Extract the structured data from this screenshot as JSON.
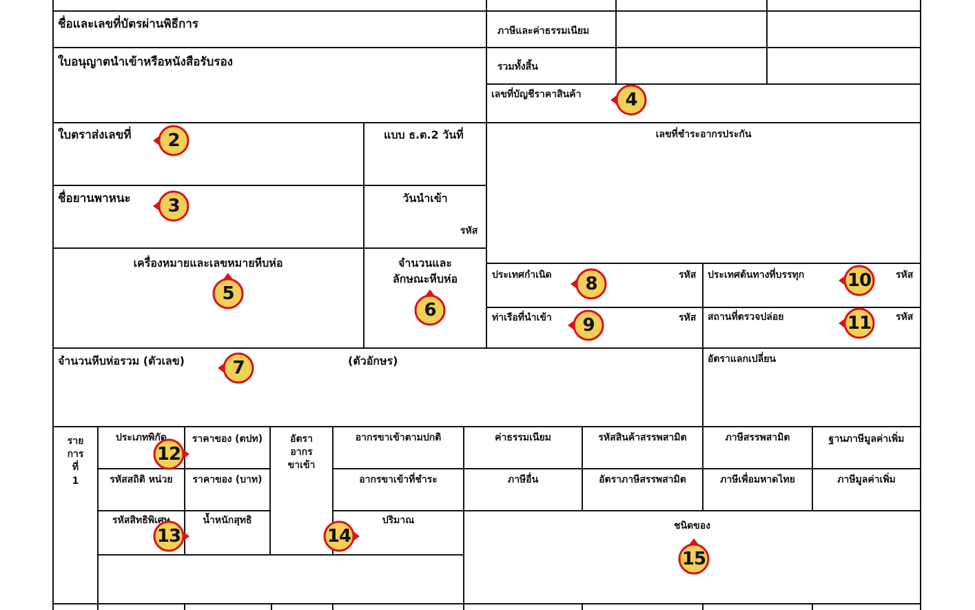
{
  "labels": {
    "ceremony_card": "ชื่อและเลขที่บัตรผ่านพิธีการ",
    "import_license": "ใบอนุญาตนำเข้าหรือหนังสือรับรอง",
    "tax_and_fees": "ภาษีและค่าธรรมเนียม",
    "grand_total": "รวมทั้งสิ้น",
    "invoice_number": "เลขที่บัญชีราคาสินค้า",
    "bill_of_lading": "ใบตราส่งเลขที่",
    "form_date": "แบบ ธ.ต.2 วันที่",
    "guarantee_number": "เลขที่ชำระอากรประกัน",
    "vessel_name": "ชื่อยานพาหนะ",
    "import_date": "วันนำเข้า",
    "code": "รหัส",
    "marks_and_numbers": "เครื่องหมายและเลขหมายหีบห่อ",
    "quantity_kind_line1": "จำนวนและ",
    "quantity_kind_line2": "ลักษณะหีบห่อ",
    "country_of_origin": "ประเทศกำเนิด",
    "country_of_shipment": "ประเทศต้นทางที่บรรทุก",
    "port_of_import": "ท่าเรือที่นำเข้า",
    "release_place": "สถานที่ตรวจปล่อย",
    "total_packages_number": "จำนวนหีบห่อรวม (ตัวเลข)",
    "total_packages_text": "(ตัวอักษร)",
    "exchange_rate": "อัตราแลกเปลี่ยน",
    "item_l1": "ราย",
    "item_l2": "การ",
    "item_l3": "ที่",
    "item_no": "1",
    "tariff_type": "ประเภทพิกัด",
    "value_fob": "ราคาของ (ตปท)",
    "duty_rate_l1": "อัตรา",
    "duty_rate_l2": "อากร",
    "duty_rate_l3": "ขาเข้า",
    "normal_import_duty": "อากรขาเข้าตามปกติ",
    "fees": "ค่าธรรมเนียม",
    "excise_code": "รหัสสินค้าสรรพสามิต",
    "excise_tax": "ภาษีสรรพสามิต",
    "vat_base": "ฐานภาษีมูลค่าเพิ่ม",
    "stat_code_unit": "รหัสสถิติ หน่วย",
    "value_baht": "ราคาของ (บาท)",
    "import_duty_paid": "อากรขาเข้าที่ชำระ",
    "other_taxes": "ภาษีอื่น",
    "excise_rate": "อัตราภาษีสรรพสามิต",
    "interior_tax": "ภาษีเพื่อมหาดไทย",
    "vat": "ภาษีมูลค่าเพิ่ม",
    "privilege_code": "รหัสสิทธิพิเศษ",
    "net_weight": "น้ำหนักสุทธิ",
    "quantity": "ปริมาณ",
    "goods_kind": "ชนิดของ"
  },
  "markers": {
    "m2": "2",
    "m3": "3",
    "m4": "4",
    "m5": "5",
    "m6": "6",
    "m7": "7",
    "m8": "8",
    "m9": "9",
    "m10": "10",
    "m11": "11",
    "m12": "12",
    "m13": "13",
    "m14": "14",
    "m15": "15"
  },
  "colors": {
    "marker_fill": "#f2cf55",
    "marker_ring": "#d8141b",
    "line": "#111111"
  }
}
